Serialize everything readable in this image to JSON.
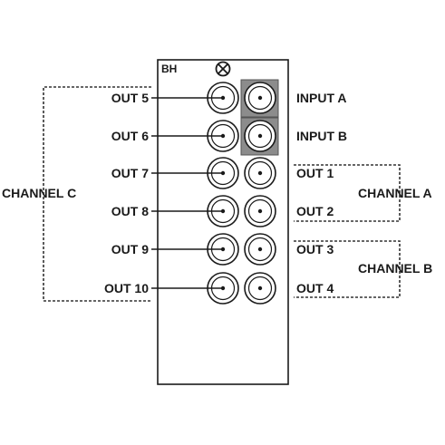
{
  "panel": {
    "model_label": "BH",
    "mount_screw_icon": "x-circle-icon"
  },
  "connectors": {
    "left": [
      {
        "output": "OUT 5"
      },
      {
        "output": "OUT 6"
      },
      {
        "output": "OUT 7"
      },
      {
        "output": "OUT 8"
      },
      {
        "output": "OUT 9"
      },
      {
        "output": "OUT 10"
      }
    ],
    "right": [
      {
        "label": "INPUT A",
        "highlighted": true
      },
      {
        "label": "INPUT B",
        "highlighted": true
      },
      {
        "label": "OUT 1",
        "highlighted": false
      },
      {
        "label": "OUT 2",
        "highlighted": false
      },
      {
        "label": "OUT 3",
        "highlighted": false
      },
      {
        "label": "OUT 4",
        "highlighted": false
      }
    ]
  },
  "channels": {
    "channel_c": "CHANNEL C",
    "channel_a": "CHANNEL A",
    "channel_b": "CHANNEL B"
  },
  "colors": {
    "stroke": "#1a1a1a",
    "input_highlight": "#8c8c8c",
    "background": "#ffffff"
  }
}
